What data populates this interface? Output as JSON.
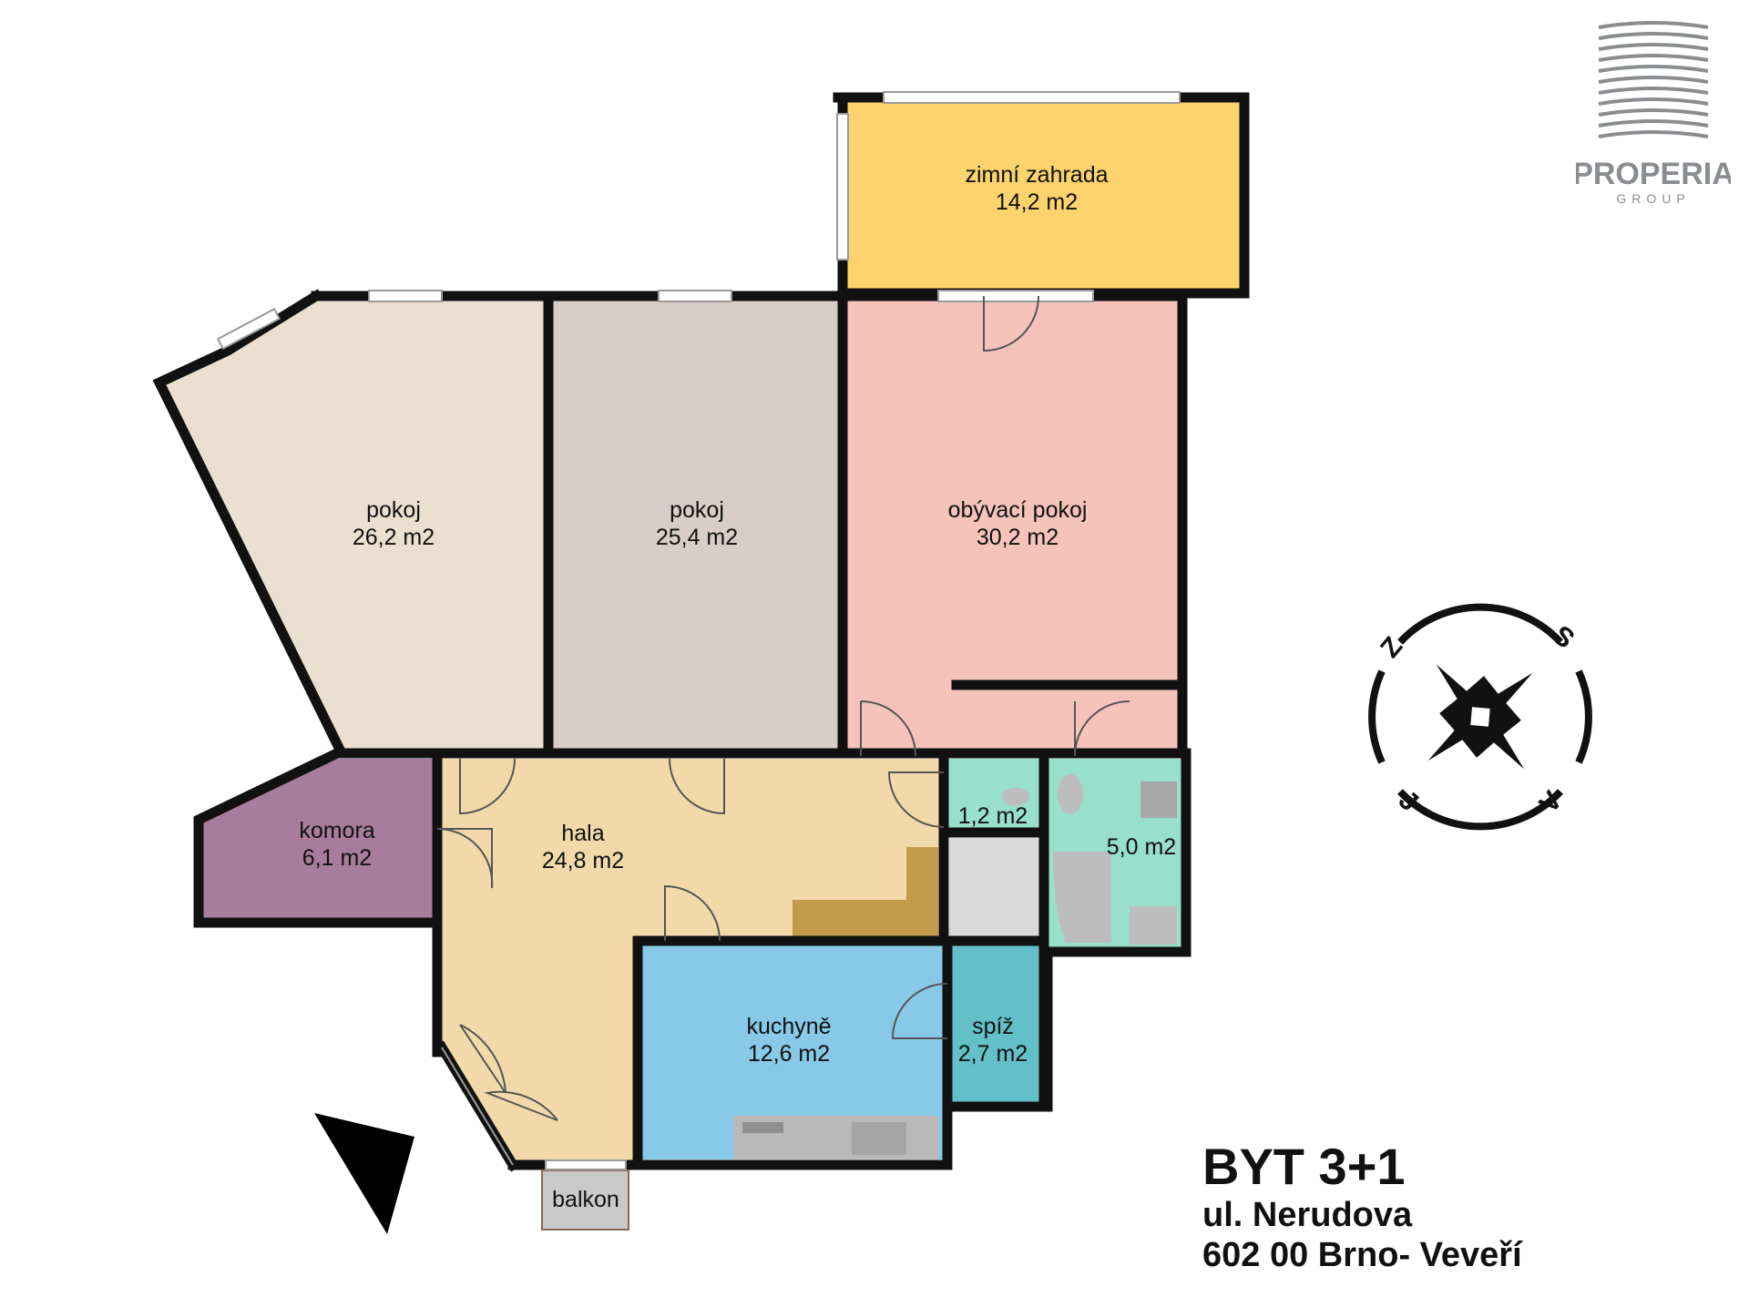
{
  "rooms": [
    {
      "id": "zimni-zahrada",
      "name": "zimní zahrada",
      "area": "14,2 m2",
      "color": "#fcd36c"
    },
    {
      "id": "pokoj-1",
      "name": "pokoj",
      "area": "26,2 m2",
      "color": "#ebdfd0"
    },
    {
      "id": "pokoj-2",
      "name": "pokoj",
      "area": "25,4 m2",
      "color": "#d8cdc8"
    },
    {
      "id": "obyvaci-pokoj",
      "name": "obývací pokoj",
      "area": "30,2 m2",
      "color": "#f5c3b9"
    },
    {
      "id": "komora",
      "name": "komora",
      "area": "6,1 m2",
      "color": "#a87c9c"
    },
    {
      "id": "hala",
      "name": "hala",
      "area": "24,8 m2",
      "color": "#f2d9aa"
    },
    {
      "id": "wc",
      "name": "",
      "area": "1,2 m2",
      "color": "#98dfcc"
    },
    {
      "id": "koupelna",
      "name": "",
      "area": "5,0 m2",
      "color": "#98dfcc"
    },
    {
      "id": "kuchyne",
      "name": "kuchyně",
      "area": "12,6 m2",
      "color": "#87c9e6"
    },
    {
      "id": "spiz",
      "name": "spíž",
      "area": "2,7 m2",
      "color": "#63c0c8"
    },
    {
      "id": "balkon",
      "name": "balkon",
      "area": "",
      "color": "#c9c9c9"
    }
  ],
  "title": {
    "heading": "BYT 3+1",
    "street": "ul. Nerudova",
    "city": "602 00 Brno- Veveří"
  },
  "logo": {
    "name": "PROPERIA",
    "sub": "GROUP",
    "color": "#8a8d90"
  },
  "compass": {
    "letters": [
      "S",
      "V",
      "J",
      "Z"
    ],
    "icon": "compass-rose-icon"
  },
  "colors": {
    "wall": "#111111",
    "stairs": "#c49a4c"
  }
}
